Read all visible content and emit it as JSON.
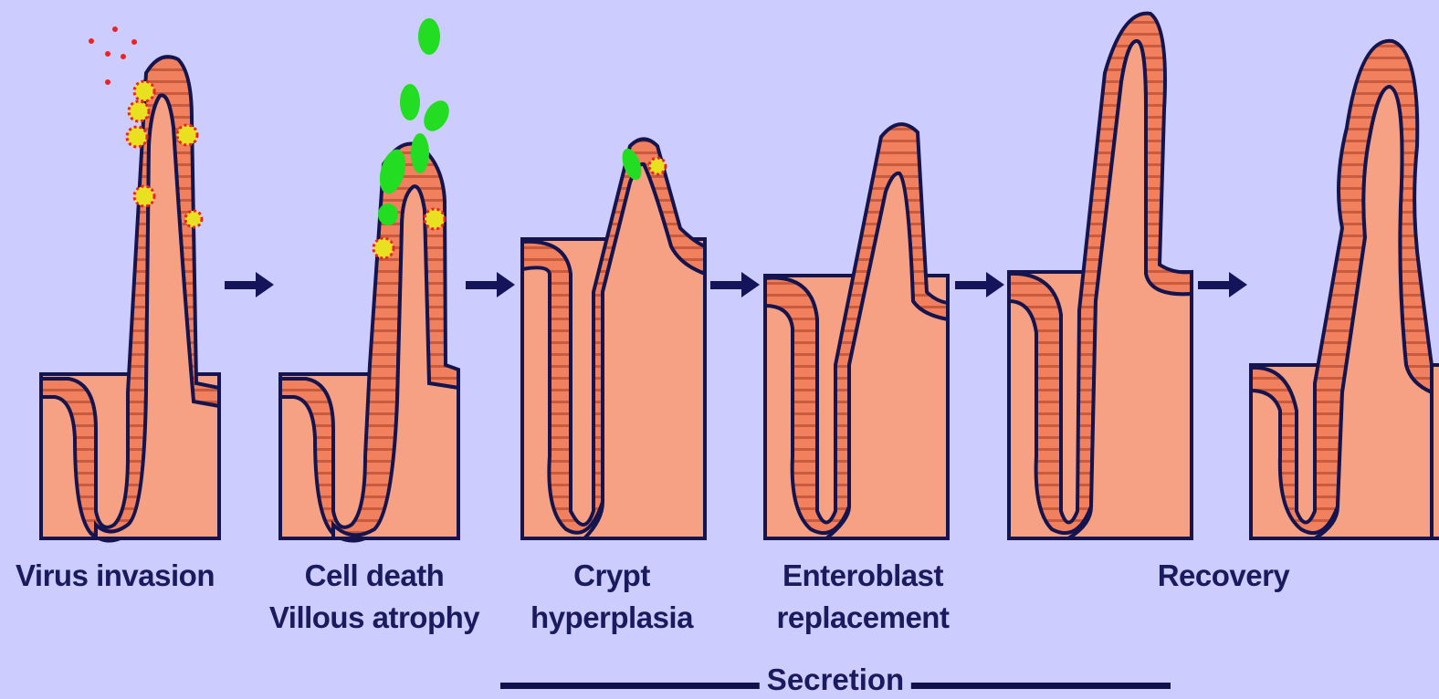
{
  "stages": [
    {
      "line1": "Virus invasion",
      "line2": ""
    },
    {
      "line1": "Cell death",
      "line2": "Villous atrophy"
    },
    {
      "line1": "Crypt",
      "line2": "hyperplasia"
    },
    {
      "line1": "Enteroblast",
      "line2": "replacement"
    },
    {
      "line1": "Recovery",
      "line2": ""
    }
  ],
  "secretion_label": "Secretion",
  "colors": {
    "background": "#ccccff",
    "lamina": "#f6a183",
    "epithelium": "#f0805e",
    "outline": "#14144f",
    "infected_cell": "#e8e020",
    "virus_particle": "#ee2222",
    "shed_cell": "#22dd22",
    "arrow": "#14145a"
  }
}
